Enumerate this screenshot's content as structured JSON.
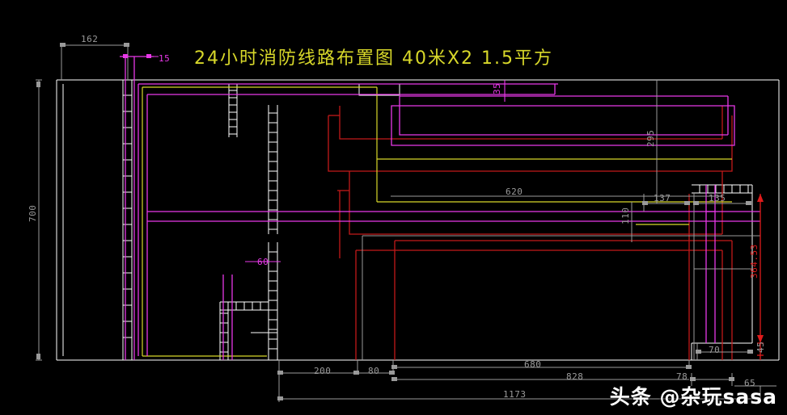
{
  "drawing": {
    "title": "24小时消防线路布置图  40米X2  1.5平方",
    "background_color": "#000000",
    "colors": {
      "wall": "#ffffff",
      "wire_magenta": "#e838e8",
      "wire_red": "#c21a1a",
      "wire_yellow": "#d8d82a",
      "dimension_gray": "#9a9a9a",
      "dimension_red": "#e01b1b",
      "title_yellow": "#d8d82a"
    }
  },
  "dimensions": {
    "d_162": "162",
    "d_15": "15",
    "d_700": "700",
    "d_35": "35",
    "d_295": "295",
    "d_620": "620",
    "d_137": "137",
    "d_135": "135",
    "d_110": "110",
    "d_60": "60",
    "d_364_53": "364.53",
    "d_200": "200",
    "d_80": "80",
    "d_680": "680",
    "d_828": "828",
    "d_78": "78",
    "d_70": "70",
    "d_65": "65",
    "d_45": "45",
    "d_1173": "1173"
  },
  "watermark": {
    "text": "头条 @杂玩sasa"
  }
}
